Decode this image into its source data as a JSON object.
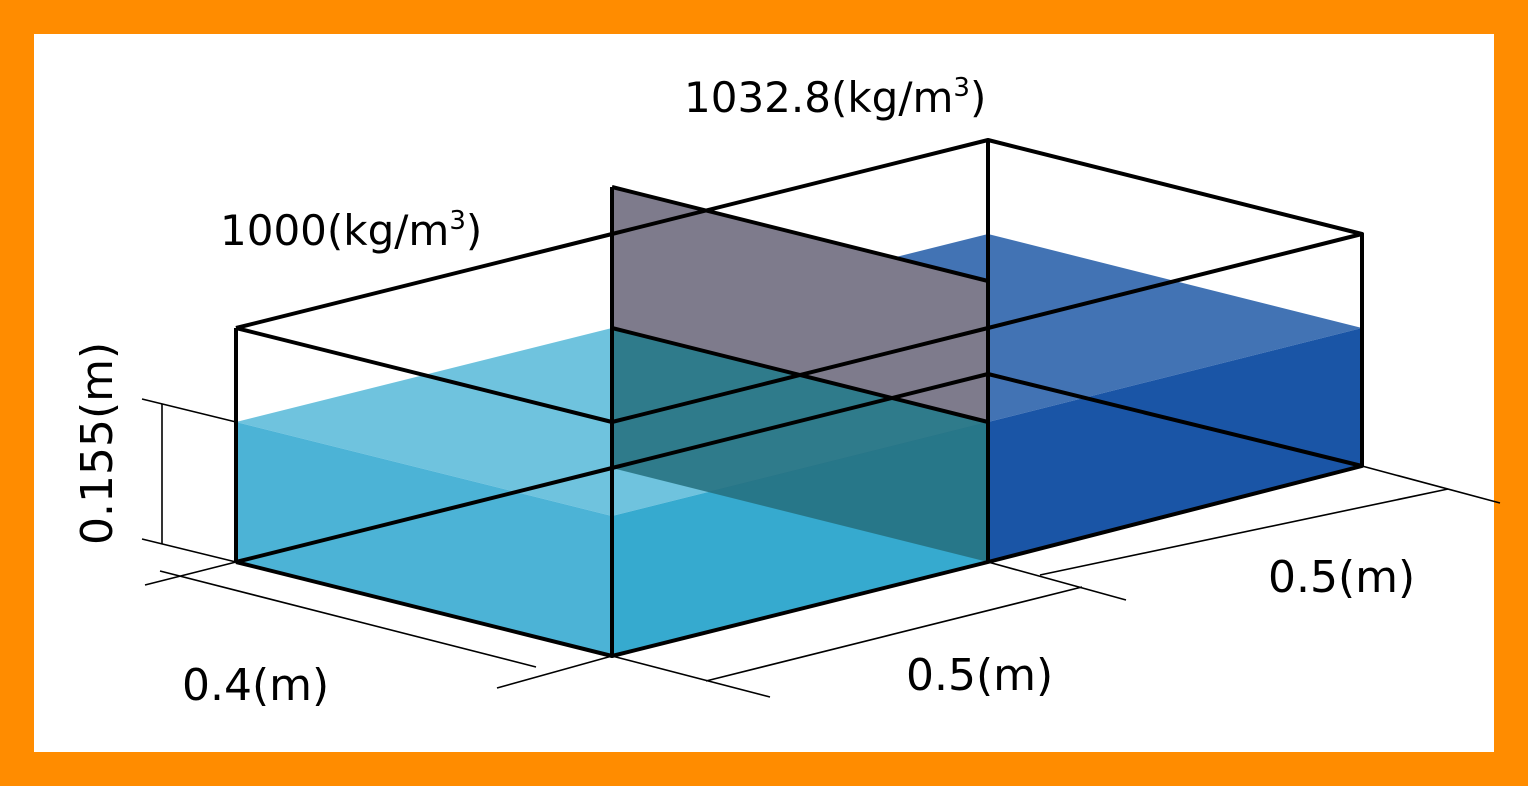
{
  "labels": {
    "density_left_value": "1000",
    "density_left_unit": "(kg/m",
    "density_left_exp": "3",
    "density_left_close": ")",
    "density_right_value": "1032.8",
    "density_right_unit": "(kg/m",
    "density_right_exp": "3",
    "density_right_close": ")",
    "depth_dim": "0.155(m)",
    "width_dim": "0.4(m)",
    "length_left_dim": "0.5(m)",
    "length_right_dim": "0.5(m)"
  },
  "colors": {
    "frame": "#ff8c00",
    "fluid_left_top": "#6fc3de",
    "fluid_left_side": "#4cb3d6",
    "fluid_left_front": "#36aacf",
    "fluid_right_top": "#386cb0",
    "fluid_right_side": "#1a55a6",
    "divider": "#7e7b8c",
    "divider_submerged": "#256e7c"
  }
}
